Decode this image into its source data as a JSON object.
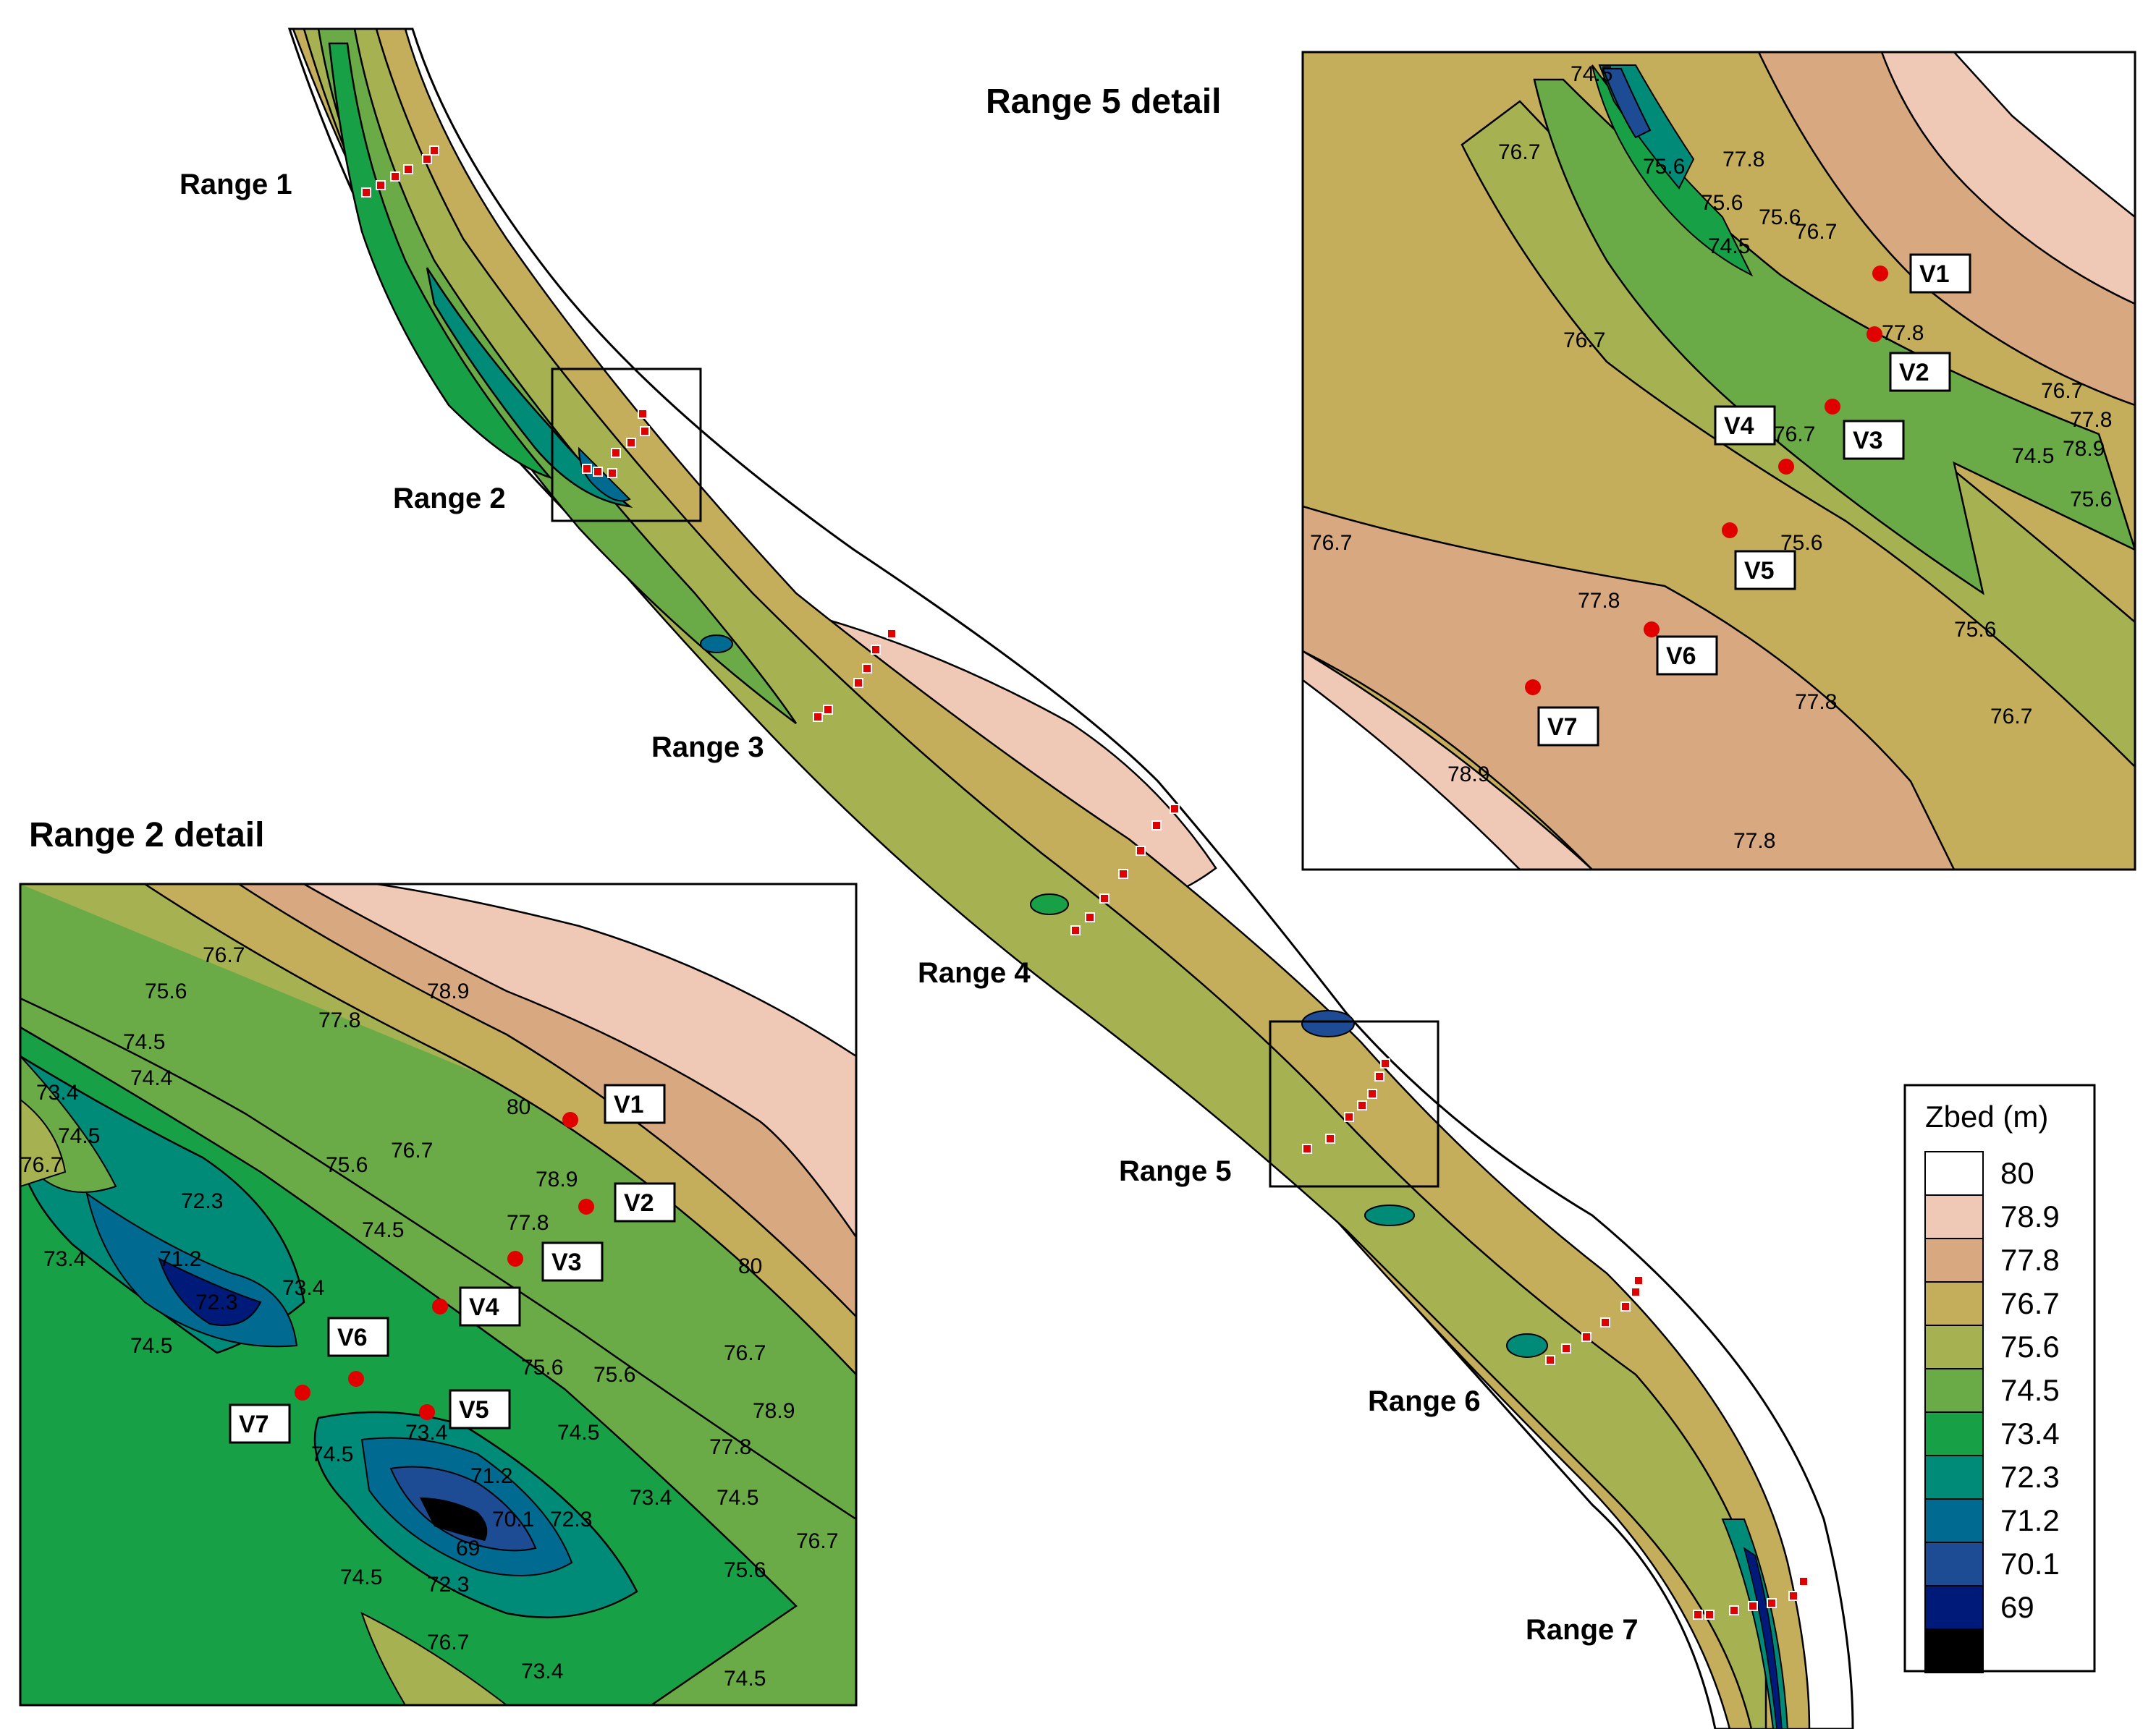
{
  "map_ranges": [
    "Range 1",
    "Range 2",
    "Range 3",
    "Range 4",
    "Range 5",
    "Range 6",
    "Range 7"
  ],
  "detail5": {
    "title": "Range 5 detail",
    "contour_labels": [
      "74.5",
      "75.6",
      "75.6",
      "76.7",
      "76.7",
      "77.8",
      "77.8",
      "74.5",
      "75.6",
      "76.7",
      "76.7",
      "77.8",
      "78.9",
      "74.5",
      "75.6",
      "76.7",
      "75.6",
      "76.7",
      "77.8",
      "77.8",
      "78.9",
      "77.8",
      "76.7",
      "75.6"
    ],
    "stations": [
      "V1",
      "V2",
      "V3",
      "V4",
      "V5",
      "V6",
      "V7"
    ]
  },
  "detail2": {
    "title": "Range 2 detail",
    "contour_labels": [
      "76.7",
      "75.6",
      "74.5",
      "74.4",
      "73.4",
      "74.5",
      "76.7",
      "78.9",
      "77.8",
      "75.6",
      "76.7",
      "74.5",
      "80",
      "78.9",
      "77.8",
      "72.3",
      "71.2",
      "73.4",
      "75.6",
      "74.5",
      "73.4",
      "74.5",
      "75.6",
      "76.7",
      "73.4",
      "74.5",
      "72.3",
      "71.2",
      "70.1",
      "69",
      "72.3",
      "73.4",
      "74.5",
      "75.6",
      "76.7",
      "78.9",
      "77.8",
      "80",
      "74.5",
      "72.3",
      "76.7",
      "73.4",
      "74.5"
    ],
    "stations": [
      "V1",
      "V2",
      "V3",
      "V4",
      "V5",
      "V6",
      "V7"
    ]
  },
  "legend": {
    "title": "Zbed (m)",
    "items": [
      {
        "label": "80",
        "color": "#ffffff"
      },
      {
        "label": "78.9",
        "color": "#f0c8b6"
      },
      {
        "label": "77.8",
        "color": "#d8a880"
      },
      {
        "label": "76.7",
        "color": "#c4ae5c"
      },
      {
        "label": "75.6",
        "color": "#a6b252"
      },
      {
        "label": "74.5",
        "color": "#6aab48"
      },
      {
        "label": "73.4",
        "color": "#18a046"
      },
      {
        "label": "72.3",
        "color": "#008a78"
      },
      {
        "label": "71.2",
        "color": "#006a90"
      },
      {
        "label": "70.1",
        "color": "#1e4c94"
      },
      {
        "label": "69",
        "color": "#001a7a"
      },
      {
        "label": "",
        "color": "#000000"
      }
    ]
  }
}
